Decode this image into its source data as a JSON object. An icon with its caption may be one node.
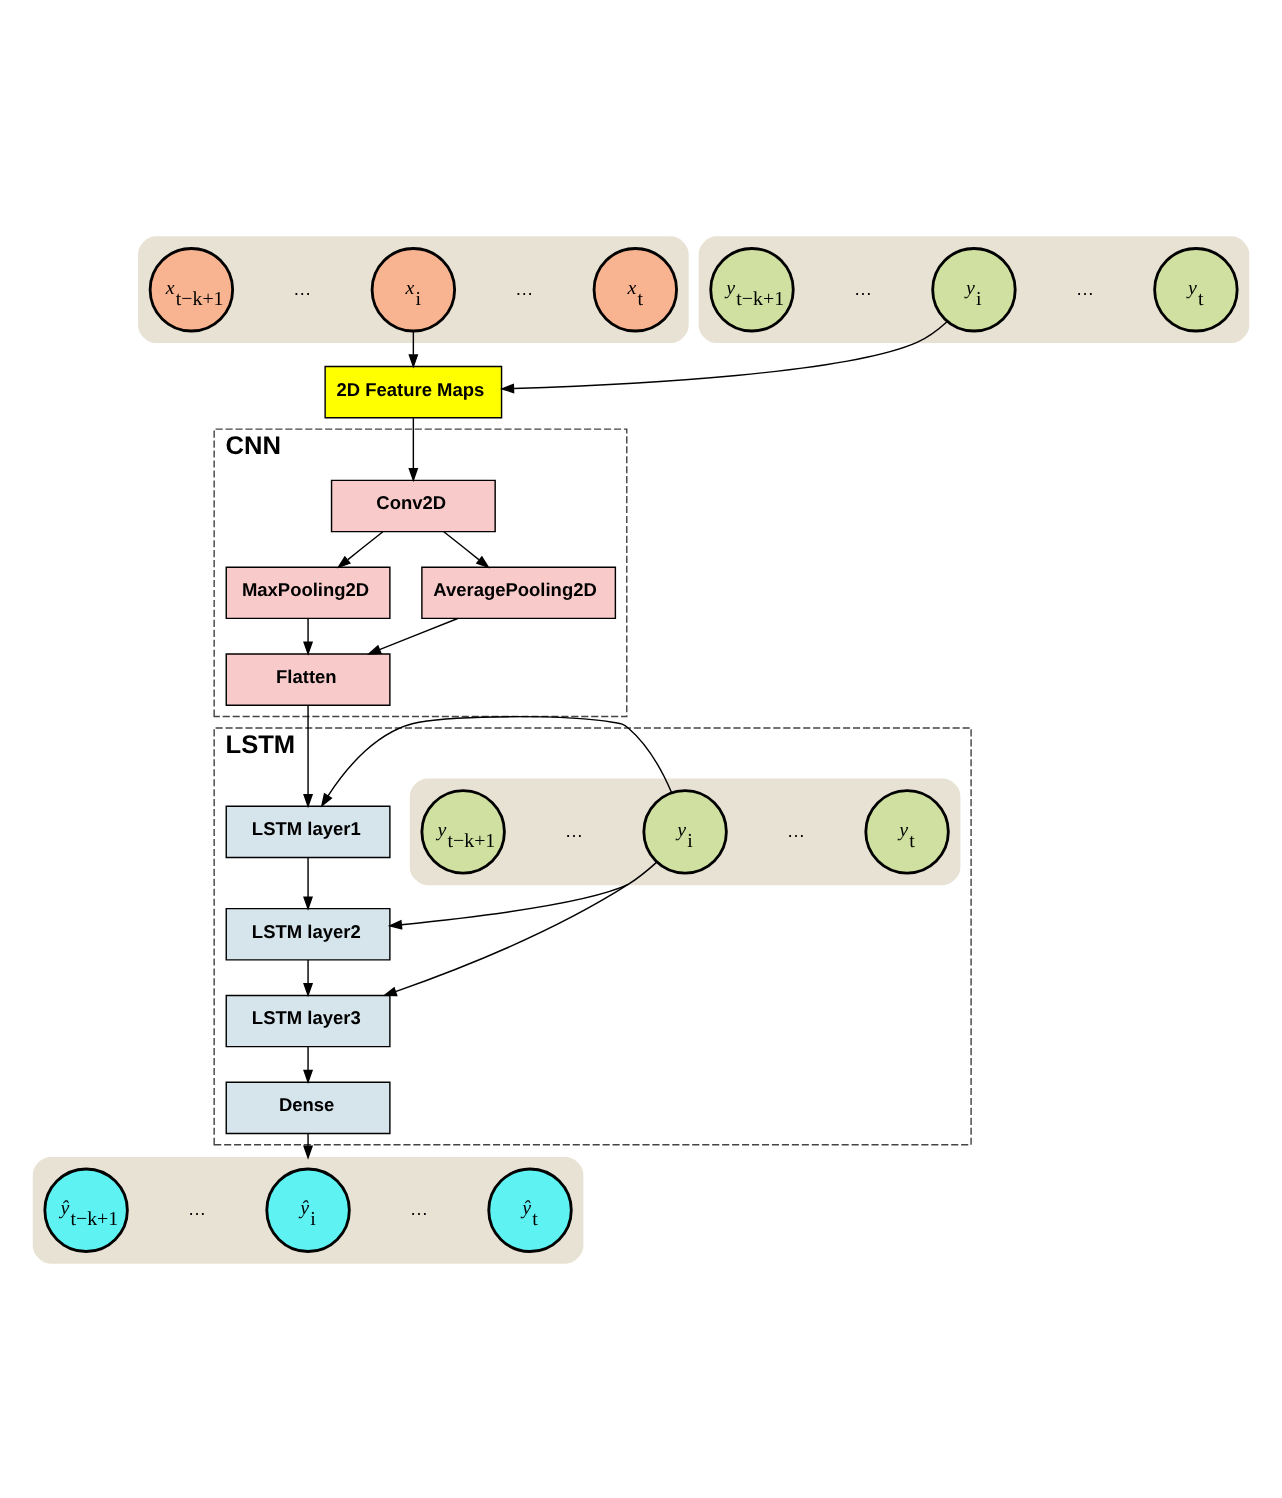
{
  "diagram": {
    "nodes": [
      {
        "text": [],
        "shape": "box"
      },
      {
        "text": [
          "*x*$_{t−k+1}$"
        ],
        "in": 0
      },
      {
        "text": [
          "*x*$_{i}$"
        ],
        "in": 0
      },
      {
        "text": [
          "*x*$_{t}$"
        ],
        "in": 0
      },
      {
        "text": [],
        "shape": "box"
      },
      {
        "text": [
          "*y*$_{t−k+1}$"
        ],
        "in": 4
      },
      {
        "text": [
          "*y*$_{i}$"
        ],
        "in": 4
      },
      {
        "text": [
          "*y*$_{t}$"
        ],
        "in": 4
      },
      {
        "text": [
          "2D Feature Maps"
        ]
      },
      {
        "text": [
          "CNN"
        ]
      },
      {
        "text": [
          "Conv2D"
        ],
        "in": 9
      },
      {
        "text": [
          "MaxPooling2D"
        ],
        "in": 9
      },
      {
        "text": [
          "AveragePooling2D"
        ],
        "in": 9
      },
      {
        "text": [
          "Flatten"
        ],
        "in": 9
      },
      {
        "text": [
          "LSTM"
        ]
      },
      {
        "text": [
          "LSTM layer1"
        ],
        "in": 14
      },
      {
        "text": [
          "LSTM layer2"
        ],
        "in": 14
      },
      {
        "text": [
          "LSTM layer3"
        ],
        "in": 14
      },
      {
        "text": [],
        "shape": "box",
        "in": 14
      },
      {
        "text": [
          "*y*$_{t−k+1}$"
        ],
        "in": 18
      },
      {
        "text": [
          "*y*$_{i}$"
        ],
        "in": 18
      },
      {
        "text": [
          "*y*$_{t}$"
        ],
        "in": 18
      },
      {
        "text": [
          "Dense"
        ],
        "in": 14
      },
      {
        "text": [],
        "shape": "box"
      },
      {
        "text": [
          "*ŷ*$_{t−k+1}$"
        ],
        "in": 23
      },
      {
        "text": [
          "*ŷ*$_{i}$"
        ],
        "in": 23
      },
      {
        "text": [
          "*ŷ*$_{t}$"
        ],
        "in": 23
      }
    ],
    "edges": [
      {
        "from": 2,
        "to": 8,
        "arrow": "to"
      },
      {
        "from": 6,
        "to": 8,
        "arrow": "to"
      },
      {
        "from": 8,
        "to": 10,
        "arrow": "to"
      },
      {
        "from": 10,
        "to": 11,
        "arrow": "to"
      },
      {
        "from": 10,
        "to": 12,
        "arrow": "to"
      },
      {
        "from": 11,
        "to": 13,
        "arrow": "to"
      },
      {
        "from": 12,
        "to": 13,
        "arrow": "to"
      },
      {
        "from": 13,
        "to": 15,
        "arrow": "to"
      },
      {
        "from": 15,
        "to": 16,
        "arrow": "to"
      },
      {
        "from": 16,
        "to": 17,
        "arrow": "to"
      },
      {
        "from": 17,
        "to": 22,
        "arrow": "to"
      },
      {
        "from": 20,
        "to": 15,
        "arrow": "to"
      },
      {
        "from": 18,
        "to": 16,
        "arrow": "to"
      },
      {
        "from": 20,
        "to": 17,
        "arrow": "to"
      },
      {
        "from": 22,
        "to": 23,
        "arrow": "to"
      }
    ],
    "labels": [
      "…",
      "…",
      "…",
      "…",
      "…",
      "…",
      "…",
      "…"
    ]
  }
}
